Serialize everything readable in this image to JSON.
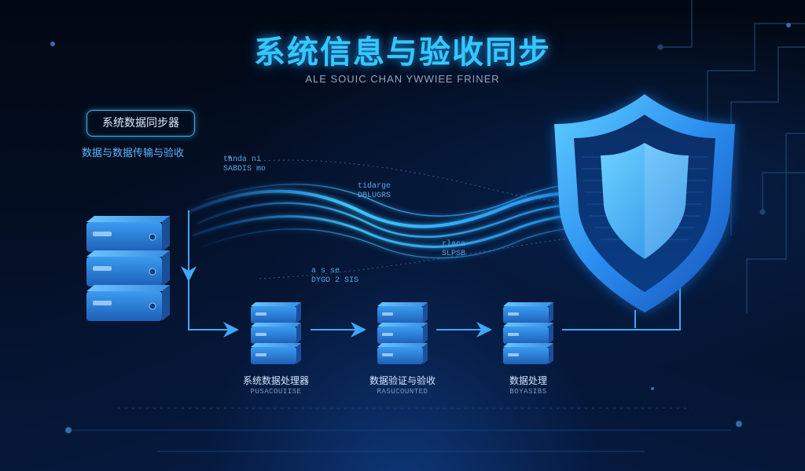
{
  "title": "系统信息与验收同步",
  "subtitle": "ALE SOUIC CHAN YWWIEE FRINER",
  "source": {
    "pill_label": "系统数据同步器",
    "sub_label": "数据与数据传输与验收"
  },
  "stream_labels": [
    {
      "line1": "tanda ni",
      "line2": "SABDIS mo"
    },
    {
      "line1": "tidarge",
      "line2": "DBLUGRS"
    },
    {
      "line1": "rlaca",
      "line2": "SLPSB"
    },
    {
      "line1": "a s se",
      "line2": "DYGO 2 SIS"
    }
  ],
  "stages": [
    {
      "label": "系统数据处理器",
      "sub": "PUSACOUIISE"
    },
    {
      "label": "数据验证与验收",
      "sub": "RASUCOUNTED"
    },
    {
      "label": "数据处理",
      "sub": "BOYASIBS"
    }
  ],
  "colors": {
    "accent": "#34c8ff",
    "server": "#2f8fe6",
    "shield": "#2aa6ff",
    "background": "#030b1a"
  },
  "icons": [
    "server-stack-icon",
    "shield-icon",
    "arrow-right-icon",
    "arrow-down-icon"
  ]
}
